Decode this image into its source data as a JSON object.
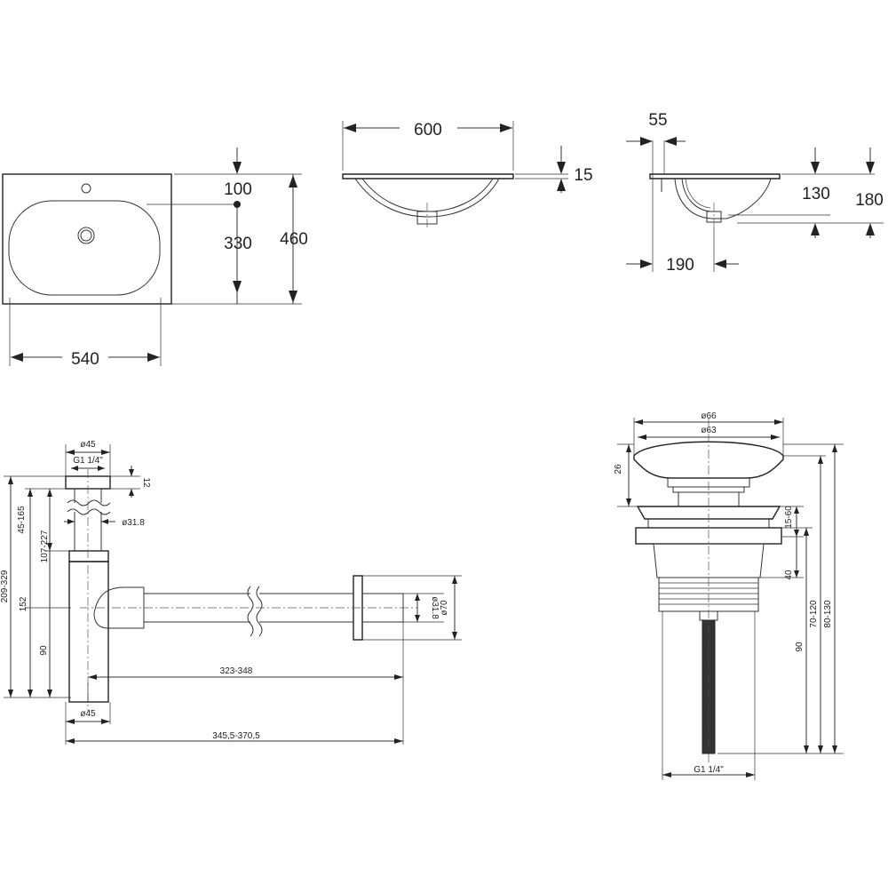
{
  "basin_top": {
    "width": "540",
    "depth": "460",
    "hole_offset": "100",
    "drain_offset": "330"
  },
  "basin_front": {
    "width": "600",
    "rim": "15"
  },
  "basin_side": {
    "rim_offset": "55",
    "drain_height": "130",
    "height": "180",
    "depth": "190"
  },
  "siphon": {
    "top_diameter": "ø45",
    "thread": "G1 1/4\"",
    "nut_height": "12",
    "pipe_diameter": "ø31.8",
    "h_range_1": "45-165",
    "h_range_2": "107-227",
    "h_range_3": "209-329",
    "h_152": "152",
    "h_90": "90",
    "outlet_pipe": "ø31.8",
    "rosette": "ø70",
    "length_1": "323-348",
    "bottom_diameter": "ø45",
    "length_2": "345,5-370,5"
  },
  "drain_valve": {
    "cap_outer": "ø66",
    "cap_inner": "ø63",
    "cap_height": "26",
    "flange_range": "15-60",
    "body_40": "40",
    "h_90": "90",
    "range_1": "70-120",
    "range_2": "80-130",
    "thread": "G1 1/4\""
  }
}
